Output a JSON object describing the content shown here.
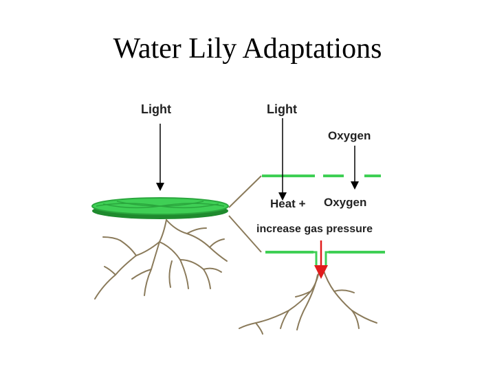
{
  "slide": {
    "title": "Water Lily Adaptations"
  },
  "diagram": {
    "labels": {
      "light_left": "Light",
      "light_right": "Light",
      "oxygen_top": "Oxygen",
      "heat": "Heat +",
      "oxygen_mid": "Oxygen",
      "pressure": "increase gas pressure"
    },
    "colors": {
      "leaf": "#3fcf55",
      "leaf_dark": "#1f8a2e",
      "root": "#8a7a5a",
      "arrow": "#000000",
      "pressure_arrow": "#e11b1b"
    }
  }
}
